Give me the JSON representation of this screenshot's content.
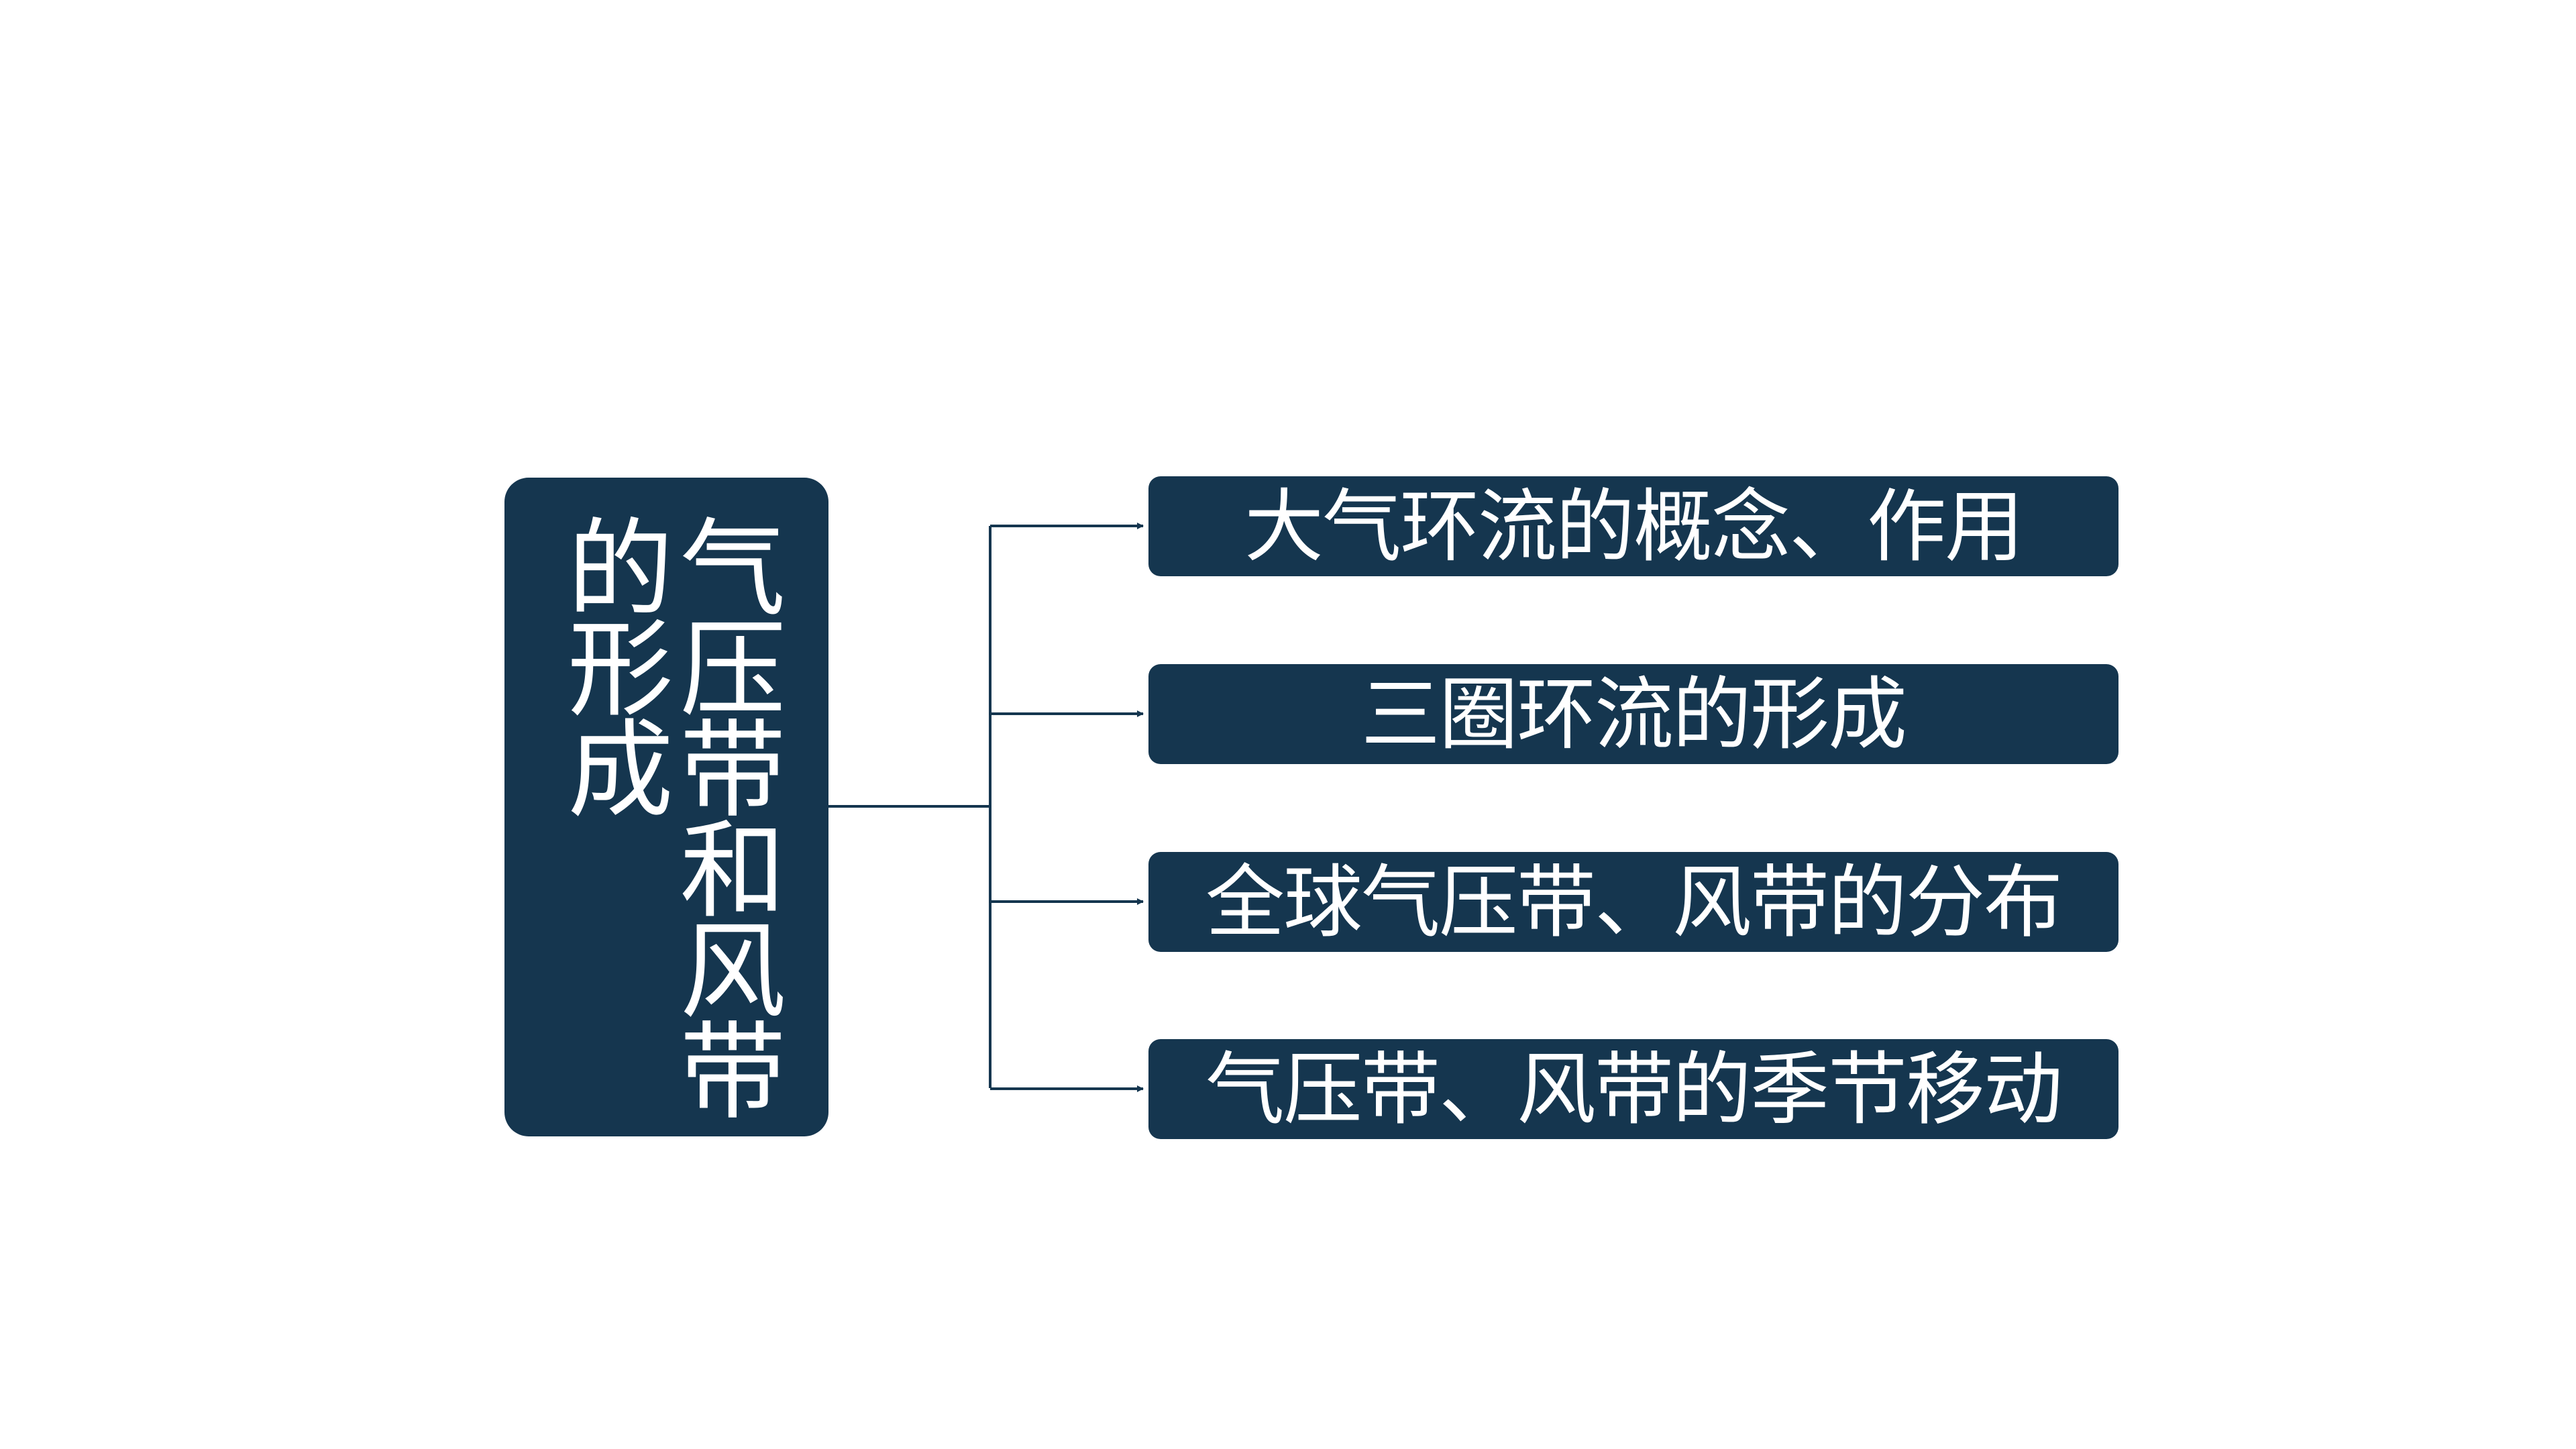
{
  "diagram": {
    "root": {
      "label": "气压带和风带的形成"
    },
    "children": [
      {
        "label": "大气环流的概念、作用"
      },
      {
        "label": "三圈环流的形成"
      },
      {
        "label": "全球气压带、风带的分布"
      },
      {
        "label": "气压带、风带的季节移动"
      }
    ],
    "colors": {
      "box_fill": "#15364f",
      "box_text": "#ffffff",
      "connector": "#15364f"
    }
  }
}
